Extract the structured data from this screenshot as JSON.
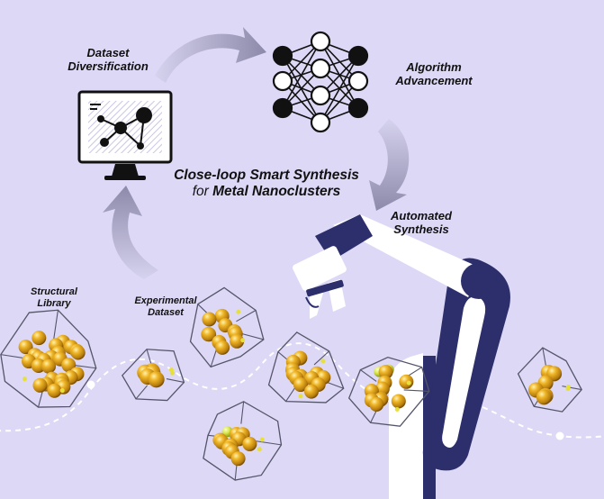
{
  "labels": {
    "dataset_line1": "Dataset",
    "dataset_line2": "Diversification",
    "algorithm_line1": "Algorithm",
    "algorithm_line2": "Advancement",
    "automated_line1": "Automated",
    "automated_line2": "Synthesis",
    "title_line1": "Close-loop Smart Synthesis",
    "title_line2_prefix": "for ",
    "title_line2_bold": "Metal Nanoclusters",
    "structural_line1": "Structural",
    "structural_line2": "Library",
    "experimental_line1": "Experimental",
    "experimental_line2": "Dataset"
  },
  "colors": {
    "background": "#dcd8f6",
    "arrow": "#8f8bab",
    "gold": "#e0a21a",
    "gold_dark": "#9a6a08",
    "dopant": "#d6e44a",
    "robot_navy": "#2c2f6b",
    "robot_white": "#ffffff",
    "path_white": "#ffffff"
  },
  "icons": [
    "monitor-graph-icon",
    "neural-network-icon",
    "robot-arm-icon",
    "nanocluster-icon"
  ]
}
